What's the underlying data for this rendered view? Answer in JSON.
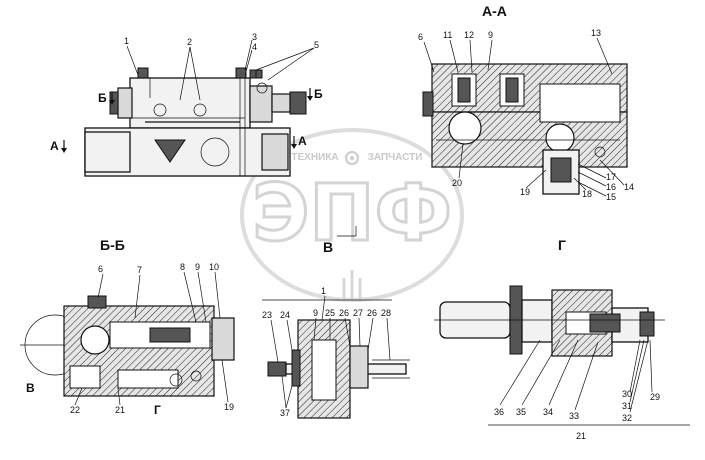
{
  "views": {
    "main": "",
    "section_aa": "А-А",
    "section_bb": "Б-Б",
    "view_v": "В",
    "view_g": "Г"
  },
  "section_marks": {
    "b_left": "Б",
    "b_right": "Б",
    "a_left": "А",
    "a_right": "А",
    "v_mark": "В",
    "g_mark": "Г"
  },
  "callouts": {
    "main": [
      "1",
      "2",
      "3",
      "4",
      "5"
    ],
    "aa": [
      "6",
      "11",
      "12",
      "9",
      "13",
      "20",
      "19",
      "18",
      "17",
      "16",
      "14",
      "15"
    ],
    "bb": [
      "6",
      "7",
      "8",
      "9",
      "10",
      "22",
      "21",
      "19"
    ],
    "v": [
      "1",
      "23",
      "24",
      "9",
      "25",
      "26",
      "27",
      "26",
      "28",
      "37"
    ],
    "g": [
      "36",
      "35",
      "34",
      "33",
      "30",
      "31",
      "32",
      "29",
      "21"
    ]
  },
  "watermark": {
    "logo": "ЭПФ",
    "left_text": "ТЕХНИКА",
    "right_text": "ЗАПЧАСТИ"
  }
}
